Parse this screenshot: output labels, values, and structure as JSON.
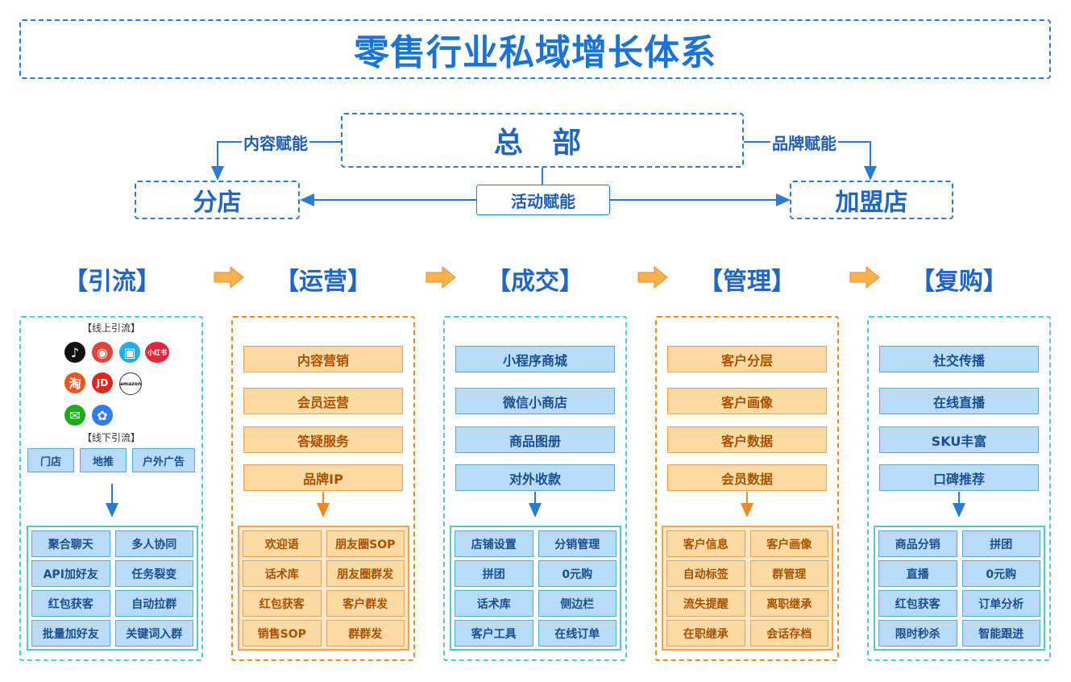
{
  "title": "零售行业私域增长体系",
  "hq": {
    "label": "总 部",
    "branch": "分店",
    "franchise": "加盟店",
    "left_edge": "内容赋能",
    "right_edge": "品牌赋能",
    "center_edge": "活动赋能"
  },
  "stages": [
    "【引流】",
    "【运营】",
    "【成交】",
    "【管理】",
    "【复购】"
  ],
  "traffic": {
    "online_label": "【线上引流】",
    "offline_label": "【线下引流】",
    "platform_logos": [
      "douyin-icon",
      "weibo-icon",
      "bilibili-icon",
      "xiaohongshu-icon",
      "taobao-icon",
      "jd-icon",
      "amazon-icon",
      "wechat-icon",
      "baidu-icon"
    ],
    "logo_text": {
      "xiaohongshu": "小红书",
      "taobao": "淘",
      "jd": "JD",
      "amazon": "amazon"
    },
    "offline_items": [
      "门店",
      "地推",
      "户外广告"
    ],
    "grid": [
      "聚合聊天",
      "多人协同",
      "API加好友",
      "任务裂变",
      "红包获客",
      "自动拉群",
      "批量加好友",
      "关键词入群"
    ]
  },
  "operation": {
    "items": [
      "内容营销",
      "会员运营",
      "答疑服务",
      "品牌IP"
    ],
    "grid": [
      "欢迎语",
      "朋友圈SOP",
      "话术库",
      "朋友圈群发",
      "红包获客",
      "客户群发",
      "销售SOP",
      "群群发"
    ]
  },
  "deal": {
    "items": [
      "小程序商城",
      "微信小商店",
      "商品图册",
      "对外收款"
    ],
    "grid": [
      "店铺设置",
      "分销管理",
      "拼团",
      "0元购",
      "话术库",
      "侧边栏",
      "客户工具",
      "在线订单"
    ]
  },
  "manage": {
    "items": [
      "客户分层",
      "客户画像",
      "客户数据",
      "会员数据"
    ],
    "grid": [
      "客户信息",
      "客户画像",
      "自动标签",
      "群管理",
      "流失提醒",
      "离职继承",
      "在职继承",
      "会话存档"
    ]
  },
  "repurchase": {
    "items": [
      "社交传播",
      "在线直播",
      "SKU丰富",
      "口碑推荐"
    ],
    "grid": [
      "商品分销",
      "拼团",
      "直播",
      "0元购",
      "红包获客",
      "订单分析",
      "限时秒杀",
      "智能跟进"
    ]
  },
  "colors": {
    "blue": "#1a73d9",
    "orange": "#ef8a1f",
    "teal": "#4fc9d6"
  }
}
